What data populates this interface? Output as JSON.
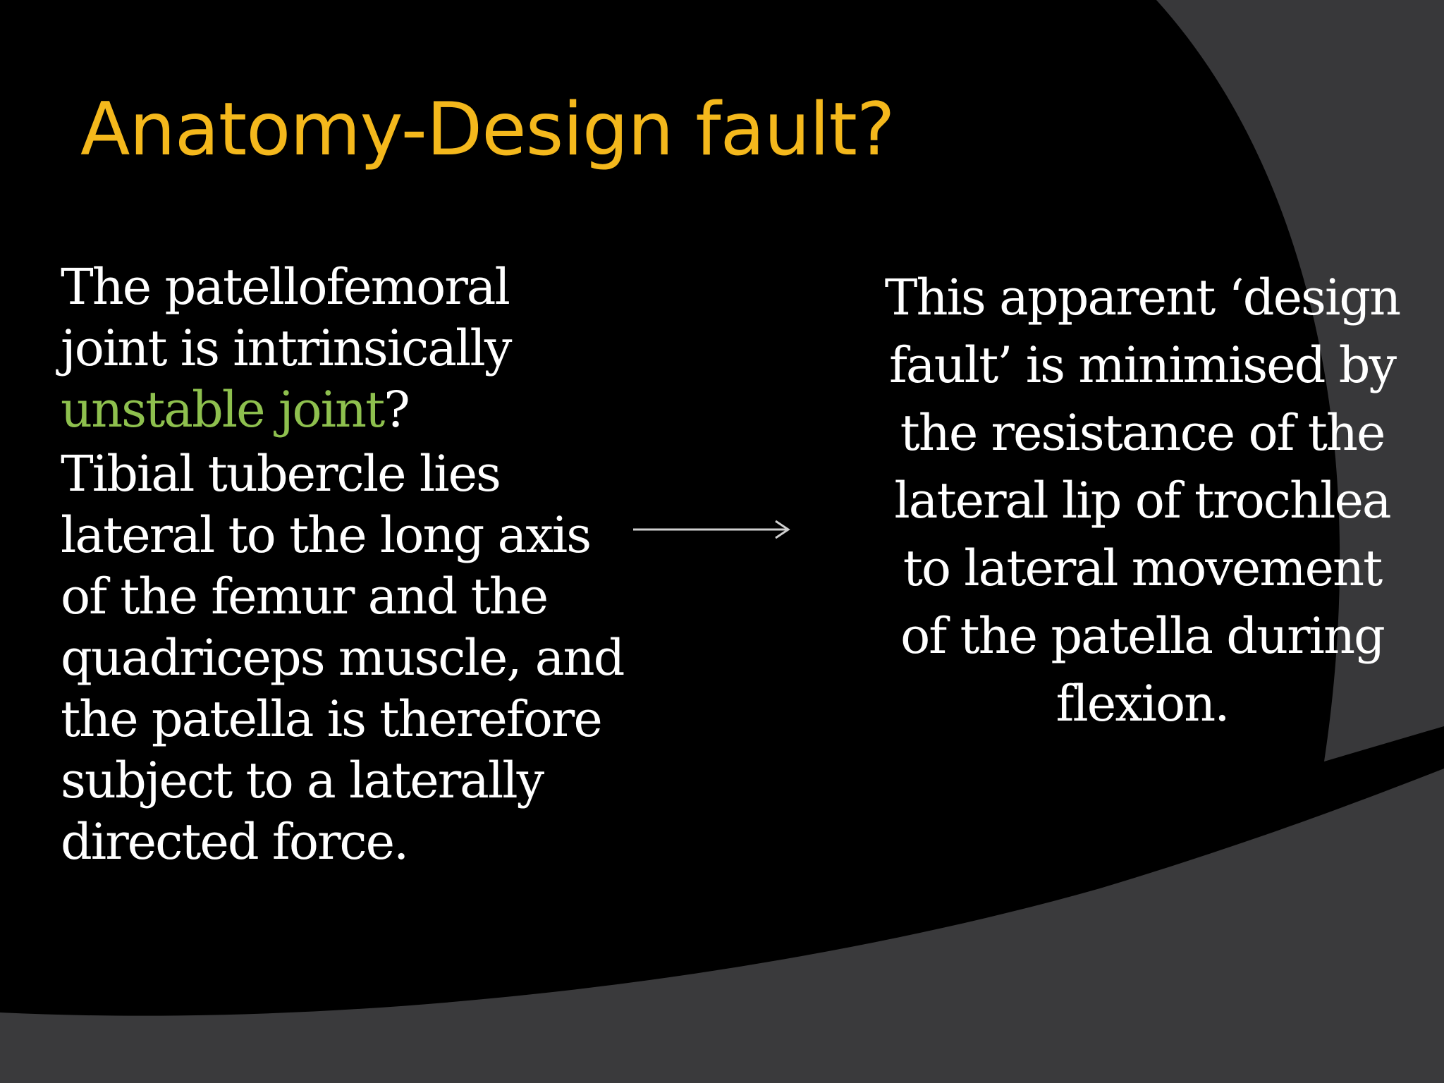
{
  "slide": {
    "title": "Anatomy-Design fault?",
    "left_column": {
      "paragraph1_text": "The patellofemoral joint is intrinsically ",
      "paragraph1_highlight": "unstable joint",
      "paragraph1_end": "?",
      "paragraph2": "Tibial tubercle lies lateral to the long axis of the femur and the quadriceps muscle, and the patella is therefore subject to a laterally directed force."
    },
    "right_column": {
      "text": "This apparent ‘design fault’ is minimised by the resistance of the lateral lip of trochlea to lateral movement of the patella during flexion."
    },
    "colors": {
      "background": "#000000",
      "title": "#f4b81c",
      "highlight": "#8ec04e",
      "body_text": "#ffffff",
      "swoosh_gray": "#3a3a3c"
    }
  }
}
